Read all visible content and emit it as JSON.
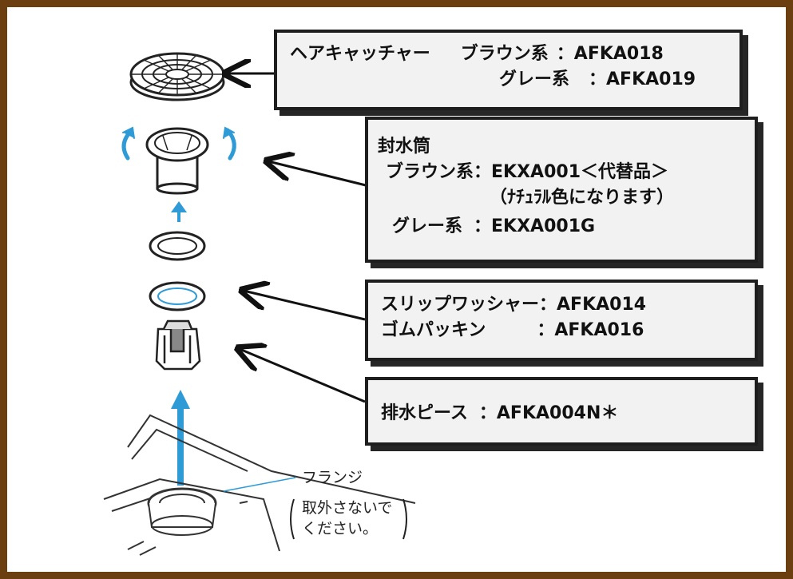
{
  "hair_catcher": {
    "name": "ヘアキャッチャー",
    "brown_label": "ブラウン系",
    "brown_code": "：AFKA018",
    "gray_label": "グレー系",
    "gray_code": "：AFKA019"
  },
  "seal_tube": {
    "title": "封水筒",
    "brown_label": "ブラウン系",
    "brown_code": "：EKXA001＜代替品＞",
    "brown_note": "（ﾅﾁｭﾗﾙ色になります）",
    "gray_label": "グレー系",
    "gray_code": "：EKXA001G"
  },
  "washers": {
    "slip_washer_label": "スリップワッシャー",
    "slip_washer_code": "：AFKA014",
    "rubber_packing_label": "ゴムパッキン",
    "rubber_packing_code": "：AFKA016"
  },
  "drain_piece": {
    "label": "排水ピース",
    "code": "：AFKA004N＊"
  },
  "flange": {
    "label": "フランジ",
    "note_line1": "取外さないで",
    "note_line2": "ください。"
  },
  "colors": {
    "frame": "#6b3f10",
    "accent": "#2e9bd6",
    "box_bg": "#f2f2f2",
    "box_border": "#1e1e1e"
  }
}
